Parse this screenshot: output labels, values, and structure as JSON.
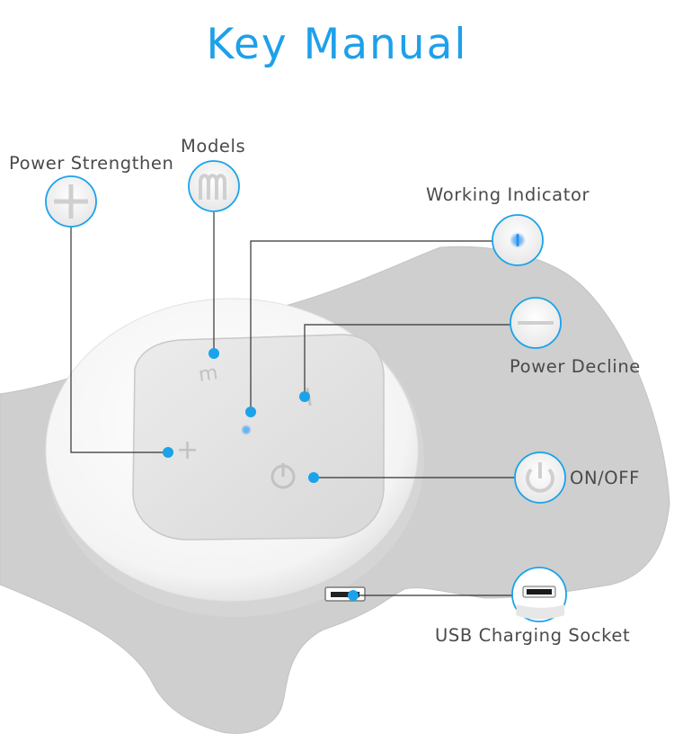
{
  "title": "Key Manual",
  "labels": {
    "power_strengthen": "Power Strengthen",
    "models": "Models",
    "working_indicator": "Working Indicator",
    "power_decline": "Power Decline",
    "on_off": "ON/OFF",
    "usb_charging_socket": "USB Charging Socket"
  },
  "icons": {
    "power_strengthen": "plus-icon",
    "models": "m-icon",
    "working_indicator": "indicator-light-icon",
    "power_decline": "minus-icon",
    "on_off": "power-icon",
    "usb_charging_socket": "usb-port-icon"
  },
  "colors": {
    "title": "#1ea0ea",
    "accent": "#1aa3ea",
    "label_text": "#4a4a4a",
    "pad": "#cfcfcf",
    "device_body": "#f7f7f7",
    "button_face": "#e4e4e4"
  }
}
